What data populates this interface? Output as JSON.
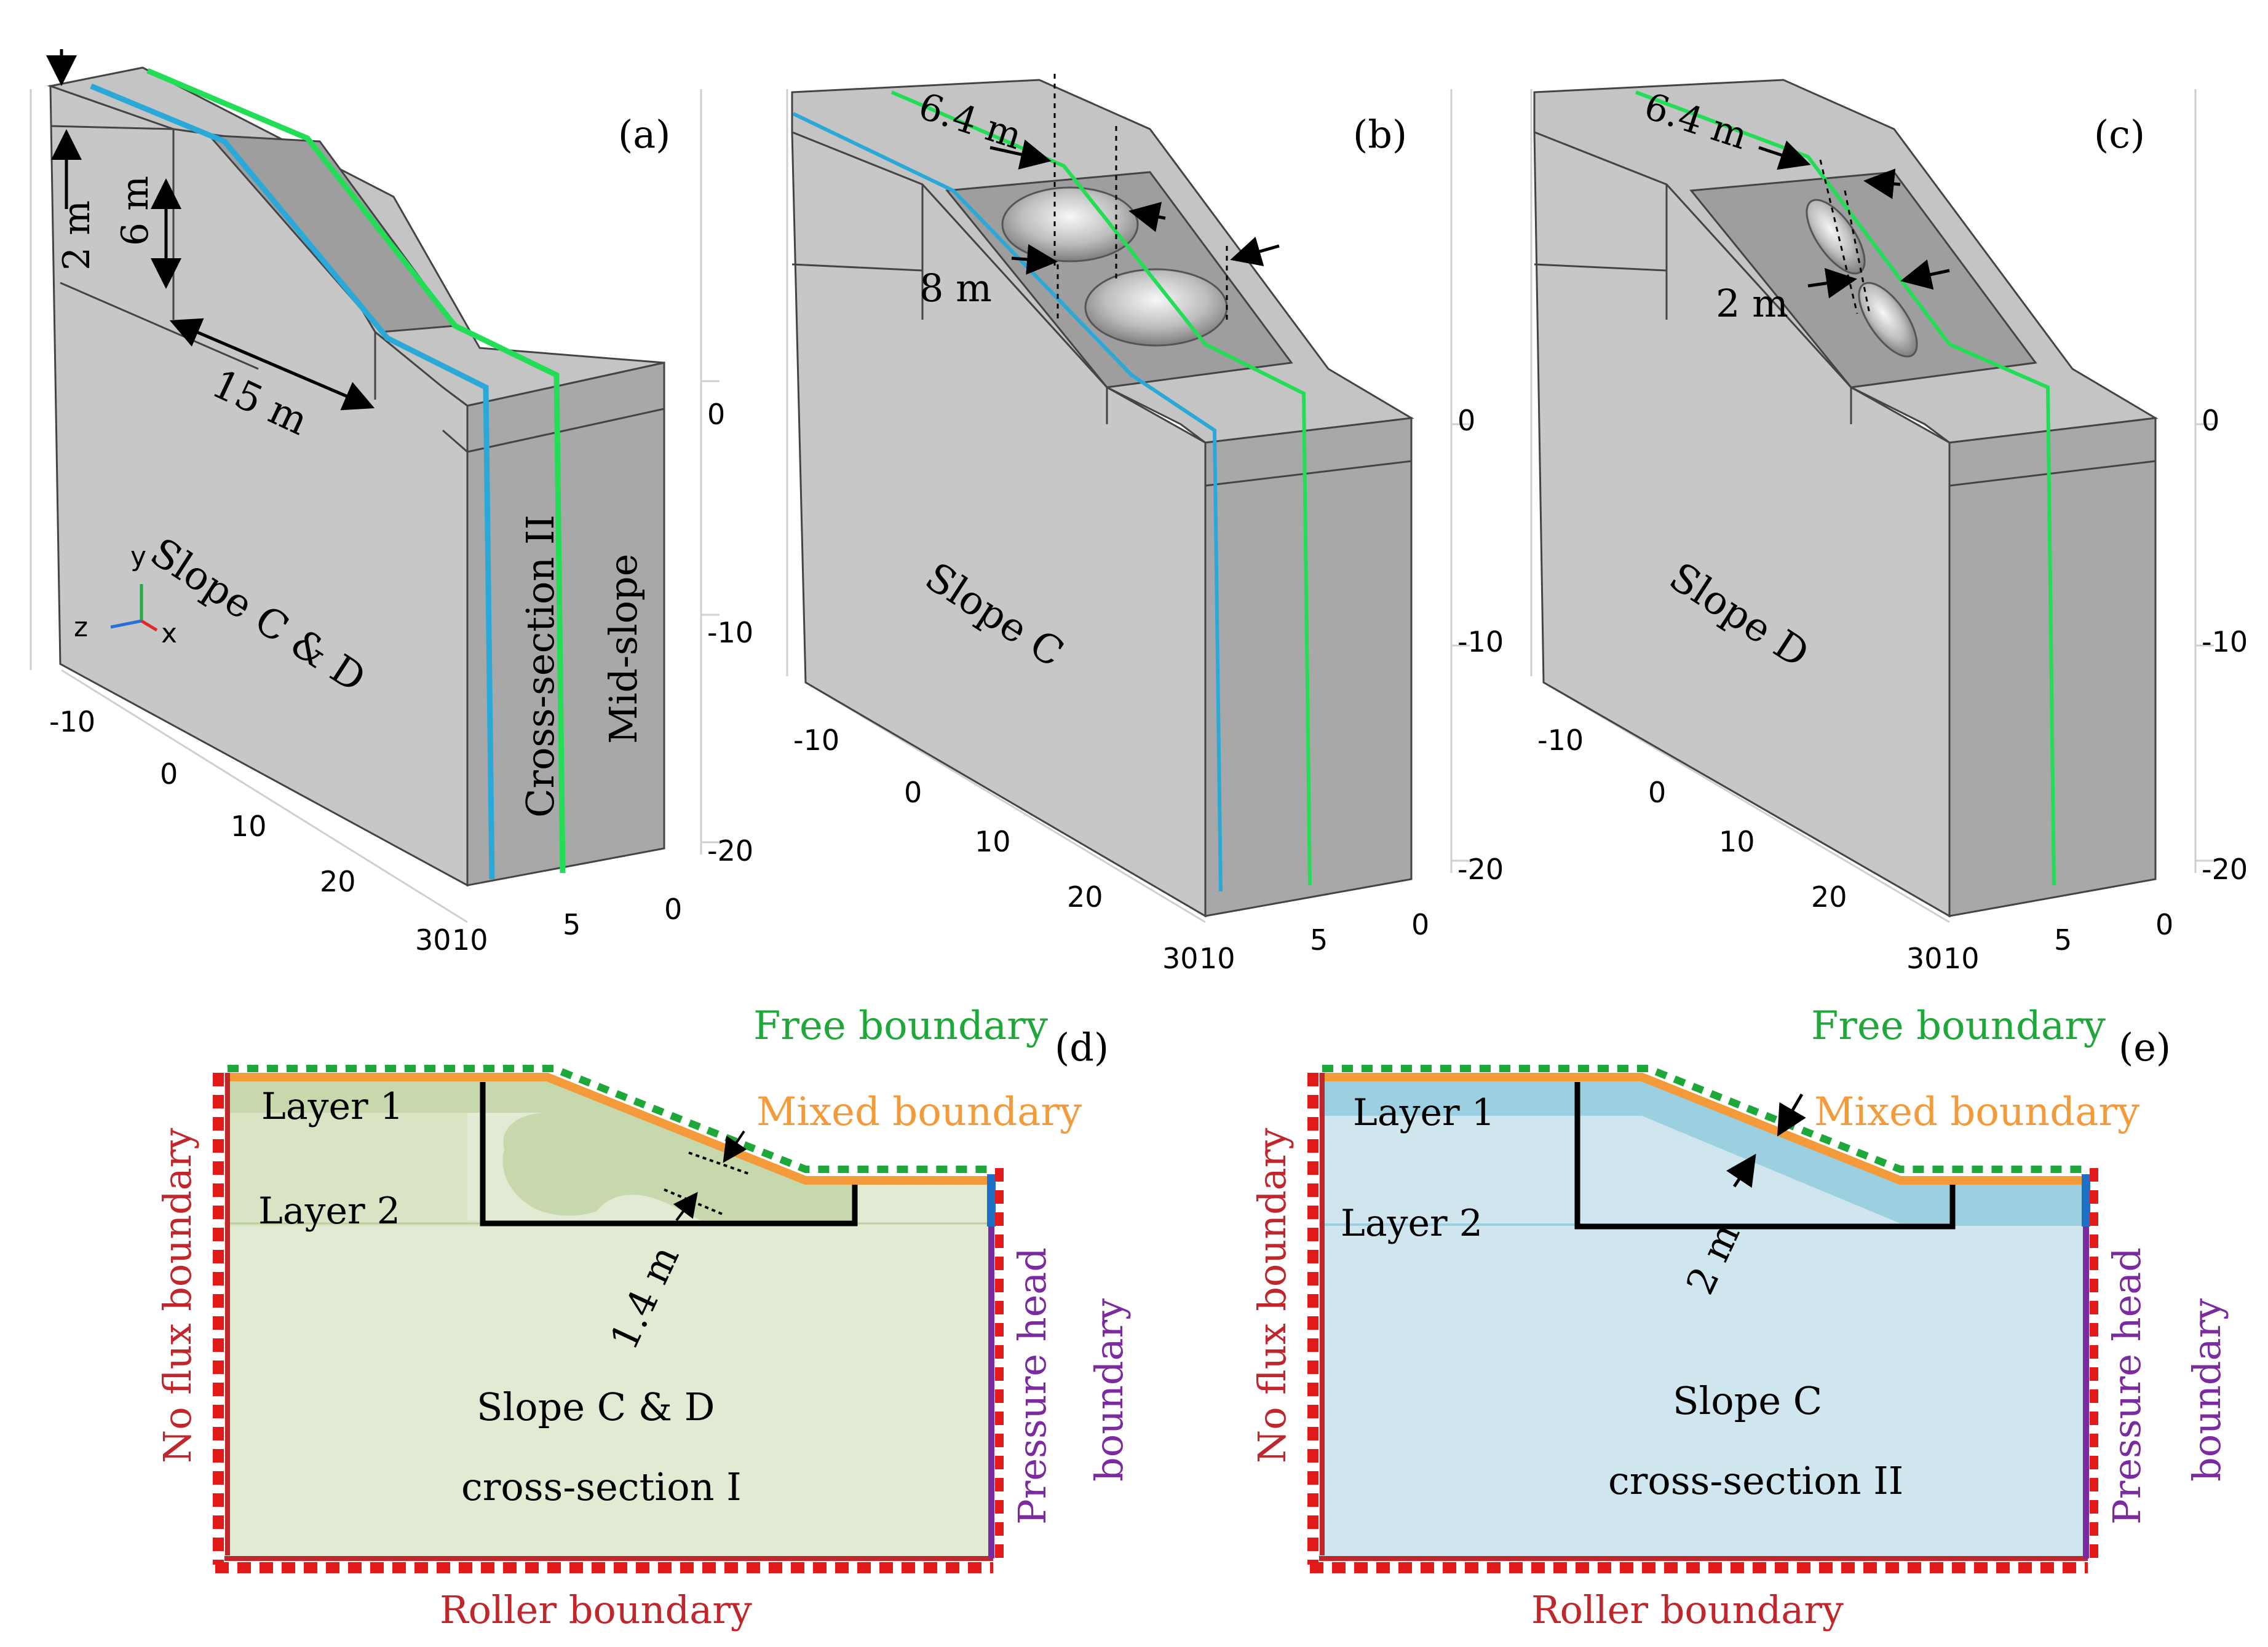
{
  "panels": {
    "a": {
      "label": "(a)",
      "slope_name": "Slope C & D",
      "dims": {
        "top_layer": "2 m",
        "height": "6 m",
        "length": "15 m"
      },
      "cross_section_label": "Cross-section II",
      "mid_slope_label": "Mid-slope",
      "axis_triad": {
        "y": "y",
        "z": "z",
        "x": "x"
      },
      "x_ticks": [
        "-10",
        "0",
        "10",
        "20",
        "30"
      ],
      "z_ticks": [
        "10",
        "5",
        "0"
      ],
      "y_ticks": [
        "0",
        "-10",
        "-20"
      ]
    },
    "b": {
      "label": "(b)",
      "slope_name": "Slope C",
      "dims": {
        "spacing": "6.4 m",
        "width": "8 m"
      },
      "x_ticks": [
        "-10",
        "0",
        "10",
        "20",
        "30"
      ],
      "z_ticks": [
        "10",
        "5",
        "0"
      ],
      "y_ticks": [
        "0",
        "-10",
        "-20"
      ]
    },
    "c": {
      "label": "(c)",
      "slope_name": "Slope D",
      "dims": {
        "spacing": "6.4 m",
        "width": "2 m"
      },
      "x_ticks": [
        "-10",
        "0",
        "10",
        "20",
        "30"
      ],
      "z_ticks": [
        "10",
        "5",
        "0"
      ],
      "y_ticks": [
        "0",
        "-10",
        "-20"
      ]
    },
    "d": {
      "label": "(d)",
      "free_boundary": "Free boundary",
      "mixed_boundary": "Mixed boundary",
      "layer1": "Layer 1",
      "layer2": "Layer 2",
      "depth": "1.4 m",
      "title_line1": "Slope C & D",
      "title_line2": "cross-section I",
      "no_flux": "No flux boundary",
      "pressure_head": "Pressure head",
      "pressure_head_2": "boundary",
      "roller": "Roller boundary"
    },
    "e": {
      "label": "(e)",
      "free_boundary": "Free boundary",
      "mixed_boundary": "Mixed boundary",
      "layer1": "Layer 1",
      "layer2": "Layer 2",
      "depth": "2 m",
      "title_line1": "Slope C",
      "title_line2": "cross-section II",
      "no_flux": "No flux boundary",
      "pressure_head": "Pressure head",
      "pressure_head_2": "boundary",
      "roller": "Roller boundary"
    }
  },
  "colors": {
    "cross_section_I": "#2aa8d8",
    "cross_section_II": "#22dd55",
    "free_boundary": "#1fa83a",
    "mixed_boundary": "#f39a3a",
    "no_flux": "#e31a1a",
    "pressure_head": "#7b2aa0",
    "roller": "#c0272d",
    "soil_d": "#e2ead3",
    "soil_e": "#cfe6ee"
  }
}
